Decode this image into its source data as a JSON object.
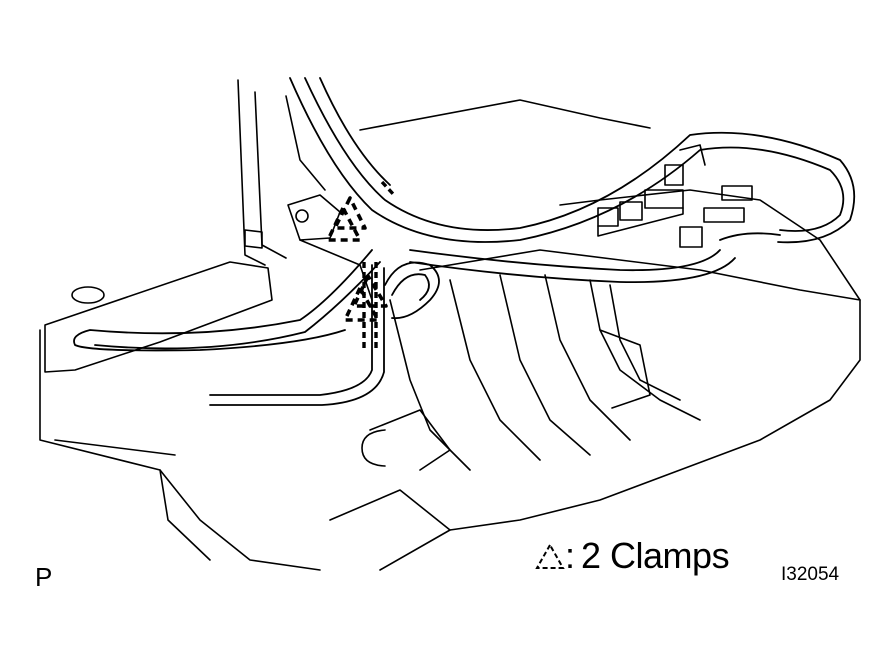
{
  "figure": {
    "corner_label": "P",
    "legend_separator": ":",
    "legend_text": "2 Clamps",
    "figure_id": "I32054"
  },
  "icons": {
    "clamp_marker": "dashed-triangle-icon"
  }
}
